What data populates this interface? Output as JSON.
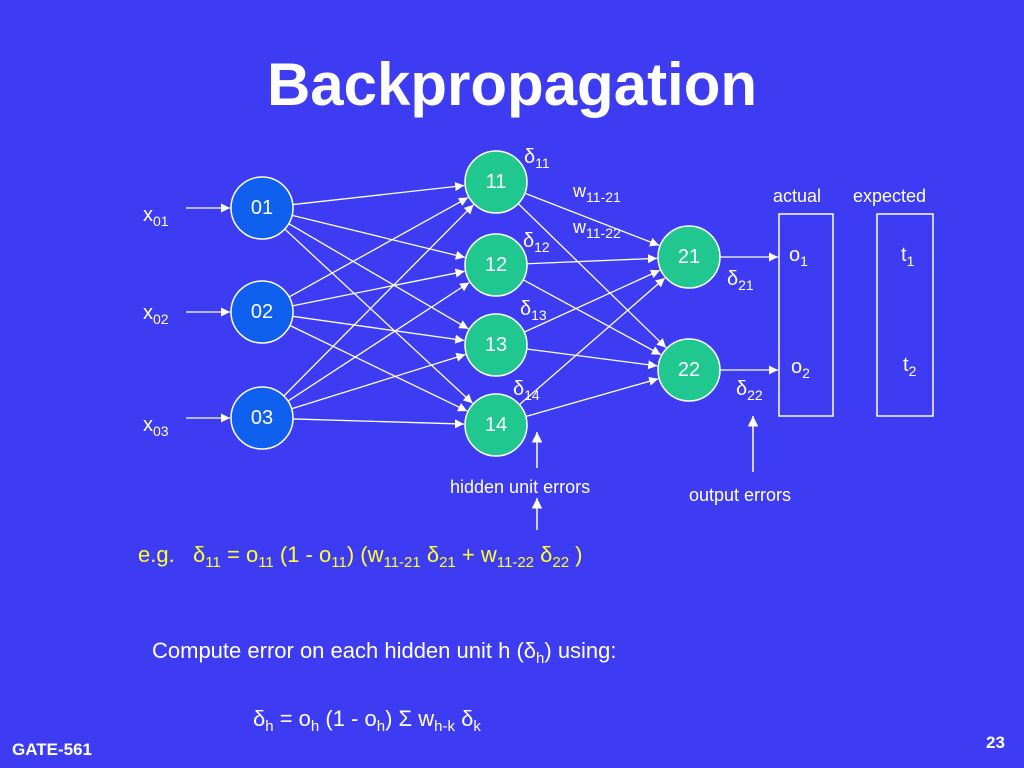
{
  "title": "Backpropagation",
  "input_nodes": [
    "01",
    "02",
    "03"
  ],
  "hidden_nodes": [
    "11",
    "12",
    "13",
    "14"
  ],
  "output_nodes": [
    "21",
    "22"
  ],
  "inputs": [
    {
      "base": "x",
      "sub": "01"
    },
    {
      "base": "x",
      "sub": "02"
    },
    {
      "base": "x",
      "sub": "03"
    }
  ],
  "hidden_deltas": [
    {
      "base": "δ",
      "sub": "11"
    },
    {
      "base": "δ",
      "sub": "12"
    },
    {
      "base": "δ",
      "sub": "13"
    },
    {
      "base": "δ",
      "sub": "14"
    }
  ],
  "weights": [
    {
      "base": "w",
      "sub": "11-21"
    },
    {
      "base": "w",
      "sub": "11-22"
    }
  ],
  "output_deltas": [
    {
      "base": "δ",
      "sub": "21"
    },
    {
      "base": "δ",
      "sub": "22"
    }
  ],
  "actual_header": "actual",
  "expected_header": "expected",
  "actual_values": [
    {
      "base": "o",
      "sub": "1"
    },
    {
      "base": "o",
      "sub": "2"
    }
  ],
  "expected_values": [
    {
      "base": "t",
      "sub": "1"
    },
    {
      "base": "t",
      "sub": "2"
    }
  ],
  "hidden_errors_label": "hidden unit errors",
  "output_errors_label": "output errors",
  "example": {
    "prefix": "e.g.",
    "parts": [
      {
        "base": "δ",
        "sub": "11"
      },
      {
        "base": " = o",
        "sub": "11"
      },
      {
        "base": " (1 - o",
        "sub": "11"
      },
      {
        "base": ") (w",
        "sub": "11-21"
      },
      {
        "base": " δ",
        "sub": "21"
      },
      {
        "base": " + w",
        "sub": "11-22"
      },
      {
        "base": " δ",
        "sub": "22"
      },
      {
        "base": " )",
        "sub": ""
      }
    ]
  },
  "compute": {
    "sentence_before": "Compute error on each hidden unit h (δ",
    "sentence_sub": "h",
    "sentence_after": ") using:",
    "formula_parts": [
      {
        "base": "δ",
        "sub": "h"
      },
      {
        "base": " = o",
        "sub": "h"
      },
      {
        "base": " (1 - o",
        "sub": "h"
      },
      {
        "base": ") Σ w",
        "sub": "h-k"
      },
      {
        "base": " δ",
        "sub": "k"
      }
    ]
  },
  "footer_left": "GATE-561",
  "page_number": "23",
  "colors": {
    "background": "#3d3cf3",
    "input_node": "#1060f0",
    "hidden_node": "#20c890",
    "output_node": "#20c890",
    "equation_text": "#ffff33",
    "lines": "#ffffff"
  }
}
